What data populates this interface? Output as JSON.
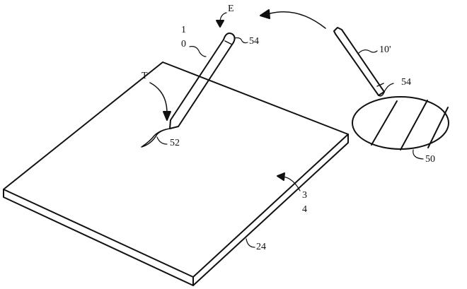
{
  "labels": {
    "E": "E",
    "stylus_ref_1": "1",
    "stylus_ref_0": "0",
    "cap_top": "54",
    "trace": "T",
    "tip": "52",
    "stylus_alt": "10'",
    "cap_alt": "54",
    "pad": "50",
    "direction_3": "3",
    "direction_4": "4",
    "tablet": "24"
  }
}
